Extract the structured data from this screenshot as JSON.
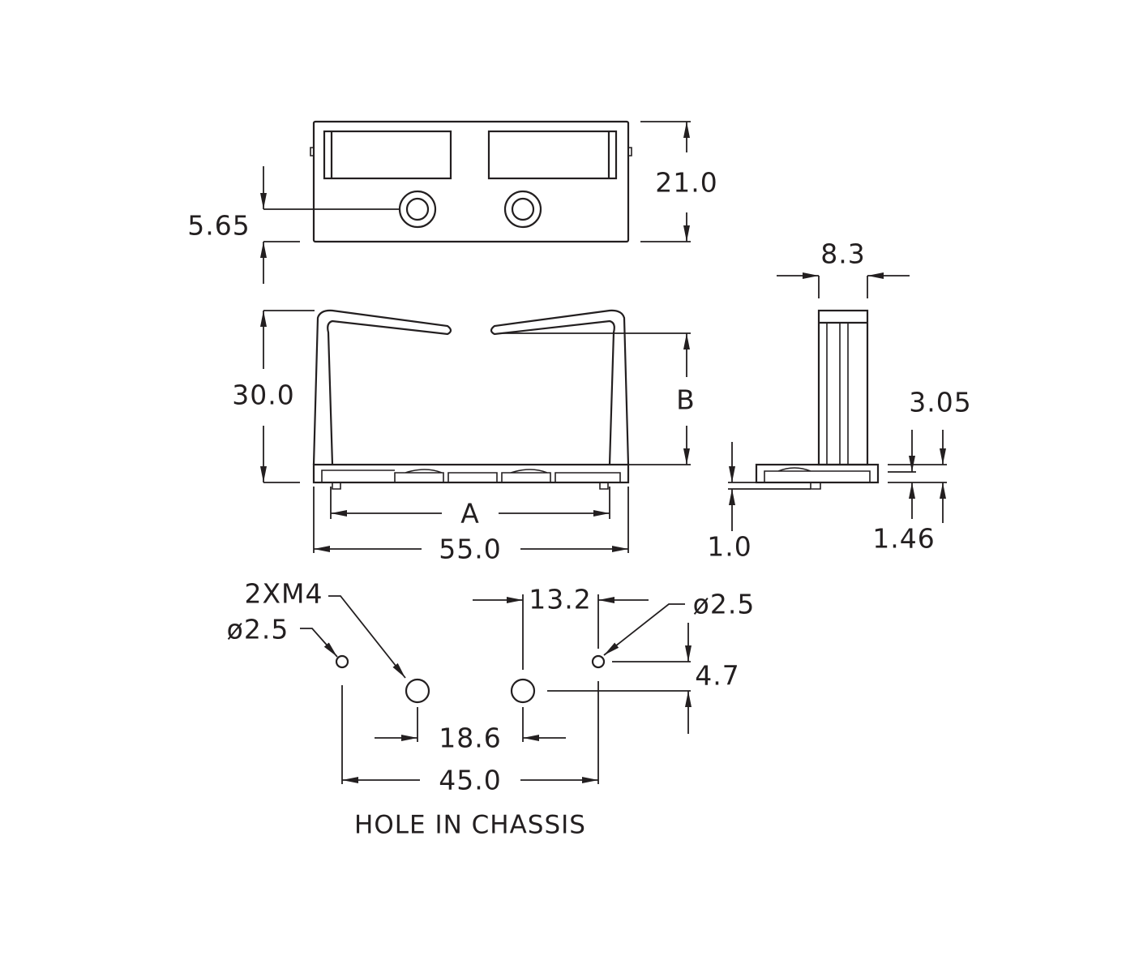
{
  "top_view": {
    "height_dim": "21.0",
    "hole_offset_dim": "5.65"
  },
  "front_view": {
    "height_dim": "30.0",
    "inner_height_dim": "B",
    "inner_width_dim": "A",
    "width_dim": "55.0"
  },
  "side_view": {
    "depth_dim": "8.3",
    "base_height_dim": "3.05",
    "foot_dim": "1.0",
    "plate_dim": "1.46"
  },
  "hole_pattern": {
    "thread_callout": "2XM4",
    "left_hole_dia": "ø2.5",
    "right_hole_dia": "ø2.5",
    "spacing_small": "13.2",
    "vertical_offset": "4.7",
    "spacing_mid": "18.6",
    "spacing_total": "45.0",
    "caption": "HOLE IN CHASSIS"
  },
  "colors": {
    "line": "#231f20",
    "background": "#ffffff"
  }
}
